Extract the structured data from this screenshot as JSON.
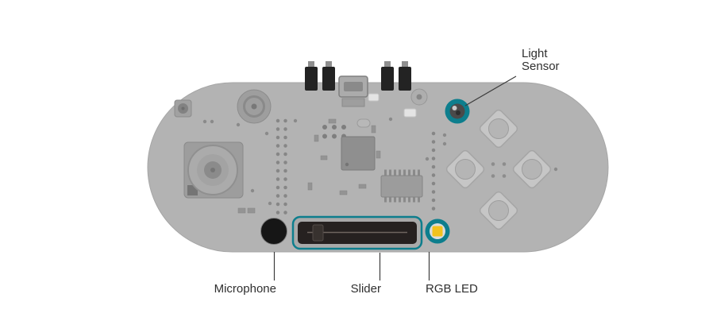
{
  "labels": {
    "light_sensor": "Light Sensor",
    "microphone": "Microphone",
    "slider": "Slider",
    "rgb_led": "RGB LED"
  },
  "colors": {
    "background": "#ffffff",
    "board_gray": "#b3b3b3",
    "accent_teal": "#0d7e8d",
    "led_yellow": "#f1c21d",
    "slider_body_black": "#262120",
    "microphone_black": "#161616",
    "connector_black": "#232323",
    "callout_line": "#3c3c3c",
    "label_text": "#2f2f2f"
  }
}
